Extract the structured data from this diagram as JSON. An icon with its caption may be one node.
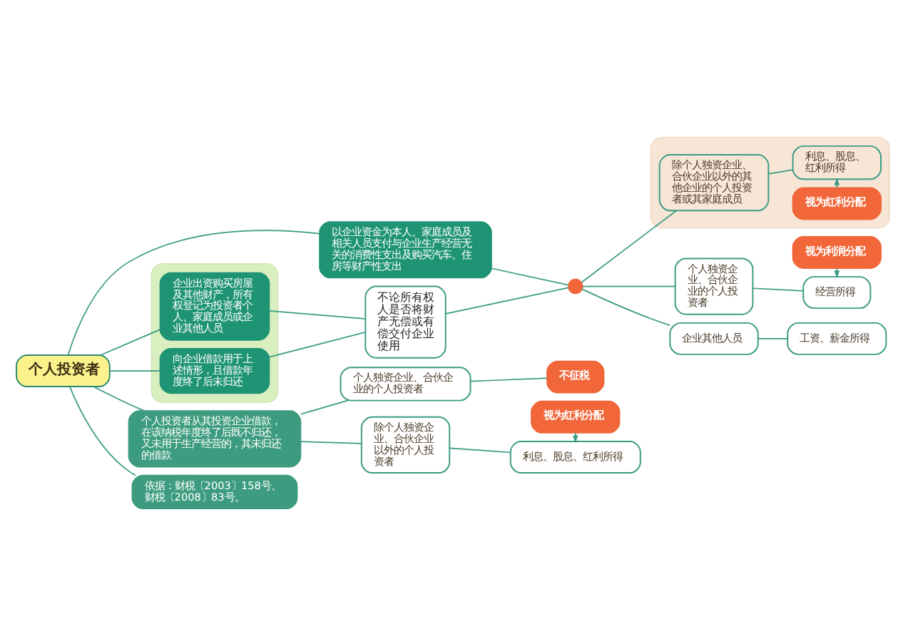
{
  "diagram": {
    "nodes": [
      {
        "text": [
          "个人投资者"
        ]
      },
      {
        "text": [
          "以企业资金为本人、家庭成员及相关人员支付与企业生产经营无关的消费性支出及购买汽车、住房等财产性支出"
        ]
      },
      {
        "text": [],
        "shape": "cloud"
      },
      {
        "text": [
          "企业出资购买房屋及其他财产，所有权登记为投资者个人、家庭成员或企业其他人员"
        ],
        "in": 2
      },
      {
        "text": [
          "向企业借款用于上述情形，且借款年度终了后未归还"
        ],
        "in": 2
      },
      {
        "text": [
          "不论所有权人是否将财产无偿或有偿交付企业使用"
        ]
      },
      {
        "text": [],
        "shape": "circle"
      },
      {
        "text": [
          "个人独资企业、合伙企业的个人投资者"
        ]
      },
      {
        "text": [
          "视为利润分配"
        ]
      },
      {
        "text": [
          "经营所得"
        ]
      },
      {
        "text": [],
        "shape": "cloud"
      },
      {
        "text": [
          "除个人独资企业、合伙企业以外的其他企业的个人投资者或其家庭成员"
        ],
        "in": 10
      },
      {
        "text": [
          "视为红利分配"
        ],
        "in": 10
      },
      {
        "text": [
          "利息、股息、红利所得"
        ],
        "in": 10
      },
      {
        "text": [
          "企业其他人员"
        ]
      },
      {
        "text": [
          "工资、薪金所得"
        ]
      },
      {
        "text": [
          "个人投资者从其投资企业借款，在该纳税年度终了后既不归还，又未用于生产经营的，其未归还的借款"
        ]
      },
      {
        "text": [
          "个人独资企业、合伙企业的个人投资者"
        ]
      },
      {
        "text": [
          "不征税"
        ]
      },
      {
        "text": [
          "除个人独资企业、合伙企业以外的个人投资者"
        ]
      },
      {
        "text": [
          "视为红利分配"
        ]
      },
      {
        "text": [
          "利息、股息、红利所得"
        ]
      },
      {
        "text": [
          "依据：财税〔2003〕158号、财税〔2008〕83号。"
        ]
      }
    ],
    "edges": [
      {
        "from": 0,
        "to": 1,
        "arrow": "none"
      },
      {
        "from": 0,
        "to": 3,
        "arrow": "none"
      },
      {
        "from": 0,
        "to": 4,
        "arrow": "none"
      },
      {
        "from": 0,
        "to": 16,
        "arrow": "none"
      },
      {
        "from": 0,
        "to": 22,
        "arrow": "none"
      },
      {
        "from": 3,
        "to": 5,
        "arrow": "none"
      },
      {
        "from": 4,
        "to": 5,
        "arrow": "none"
      },
      {
        "from": 1,
        "to": 6,
        "arrow": "none"
      },
      {
        "from": 5,
        "to": 6,
        "arrow": "none"
      },
      {
        "from": 6,
        "to": 7,
        "arrow": "none"
      },
      {
        "from": 6,
        "to": 11,
        "arrow": "none"
      },
      {
        "from": 6,
        "to": 14,
        "arrow": "none"
      },
      {
        "from": 7,
        "to": 9,
        "arrow": "none"
      },
      {
        "from": 8,
        "to": 9,
        "arrow": "to"
      },
      {
        "from": 11,
        "to": 13,
        "arrow": "none"
      },
      {
        "from": 12,
        "to": 13,
        "arrow": "to"
      },
      {
        "from": 14,
        "to": 15,
        "arrow": "none"
      },
      {
        "from": 16,
        "to": 17,
        "arrow": "none"
      },
      {
        "from": 16,
        "to": 19,
        "arrow": "none"
      },
      {
        "from": 17,
        "to": 18,
        "arrow": "none"
      },
      {
        "from": 19,
        "to": 21,
        "arrow": "none"
      },
      {
        "from": 20,
        "to": 21,
        "arrow": "to"
      }
    ]
  }
}
